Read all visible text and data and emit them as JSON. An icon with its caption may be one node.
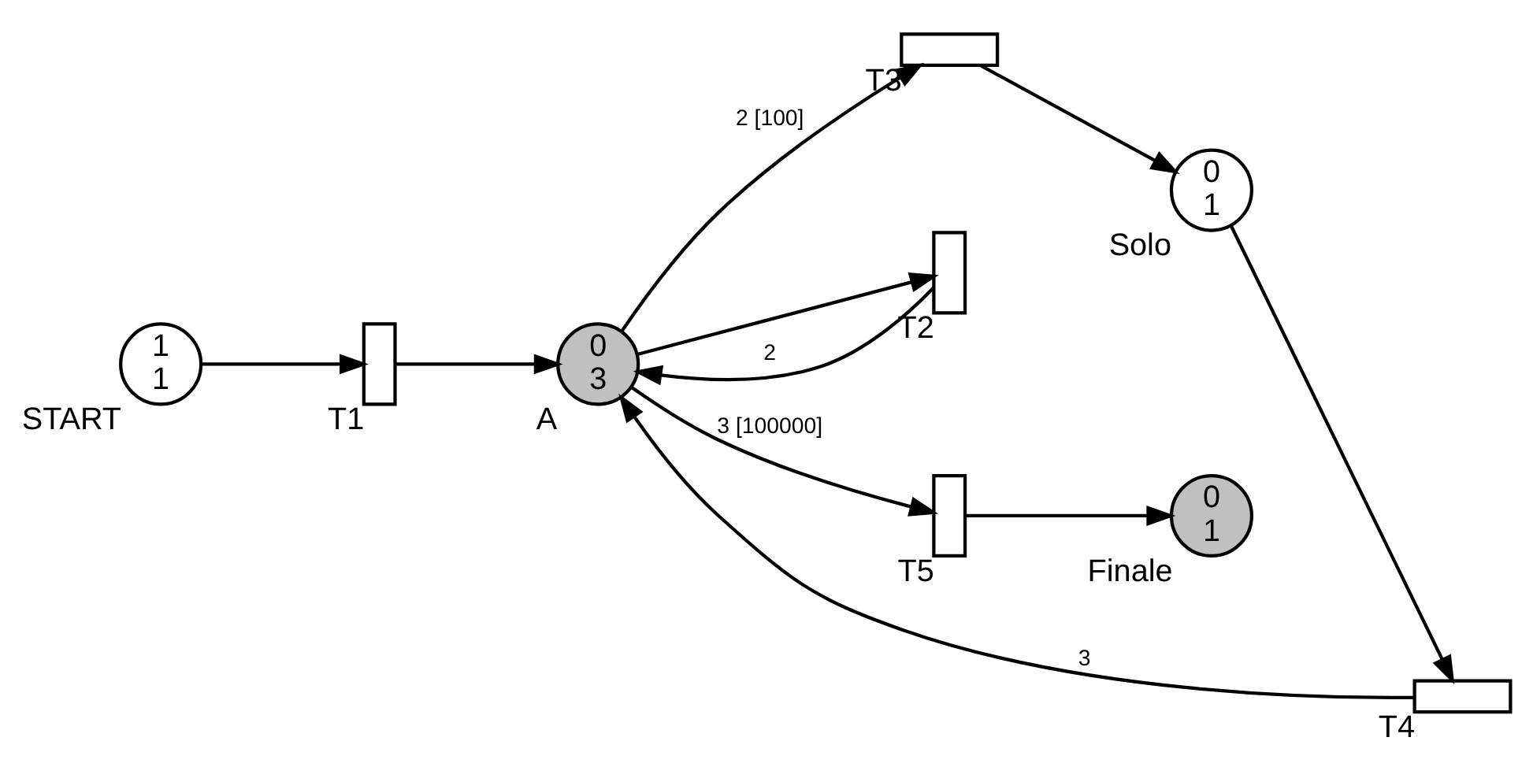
{
  "diagram": {
    "nodes": [
      {
        "text": [
          "START",
          "1 1"
        ]
      },
      {
        "text": [
          "T1"
        ]
      },
      {
        "text": [
          "A",
          "0 3"
        ]
      },
      {
        "text": [
          "T3"
        ]
      },
      {
        "text": [
          "Solo",
          "0 1"
        ]
      },
      {
        "text": [
          "T4"
        ]
      },
      {
        "text": [
          "T2"
        ]
      },
      {
        "text": [
          "T5"
        ]
      },
      {
        "text": [
          "Finale",
          "0 1"
        ]
      }
    ],
    "edges": [
      {
        "from": 0,
        "to": 1,
        "arrow": "to"
      },
      {
        "from": 1,
        "to": 2,
        "arrow": "to"
      },
      {
        "from": 2,
        "to": 3,
        "arrow": "to",
        "label": "2 [100]"
      },
      {
        "from": 3,
        "to": 4,
        "arrow": "to"
      },
      {
        "from": 4,
        "to": 5,
        "arrow": "to"
      },
      {
        "from": 2,
        "to": 6,
        "arrow": "to"
      },
      {
        "from": 6,
        "to": 2,
        "arrow": "to",
        "label": "2"
      },
      {
        "from": 5,
        "to": 2,
        "arrow": "to",
        "label": "3"
      },
      {
        "from": 2,
        "to": 7,
        "arrow": "to",
        "label": "3 [100000]"
      },
      {
        "from": 7,
        "to": 8,
        "arrow": "to"
      }
    ]
  }
}
